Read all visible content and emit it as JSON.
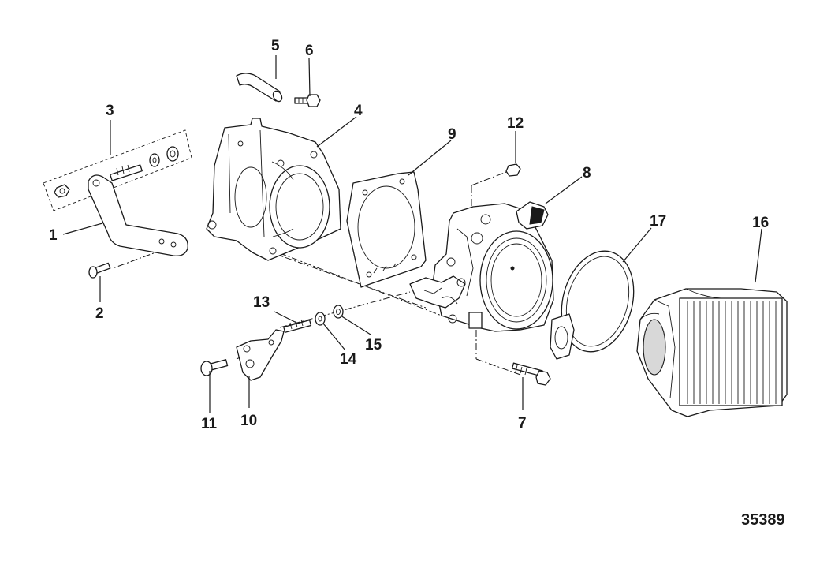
{
  "diagram": {
    "figure_id": "35389",
    "callouts": [
      {
        "id": "c1",
        "text": "1"
      },
      {
        "id": "c2",
        "text": "2"
      },
      {
        "id": "c3",
        "text": "3"
      },
      {
        "id": "c4",
        "text": "4"
      },
      {
        "id": "c5",
        "text": "5"
      },
      {
        "id": "c6",
        "text": "6"
      },
      {
        "id": "c7",
        "text": "7"
      },
      {
        "id": "c8",
        "text": "8"
      },
      {
        "id": "c9",
        "text": "9"
      },
      {
        "id": "c10",
        "text": "10"
      },
      {
        "id": "c11",
        "text": "11"
      },
      {
        "id": "c12",
        "text": "12"
      },
      {
        "id": "c13",
        "text": "13"
      },
      {
        "id": "c14",
        "text": "14"
      },
      {
        "id": "c15",
        "text": "15"
      },
      {
        "id": "c16",
        "text": "16"
      },
      {
        "id": "c17",
        "text": "17"
      }
    ]
  }
}
